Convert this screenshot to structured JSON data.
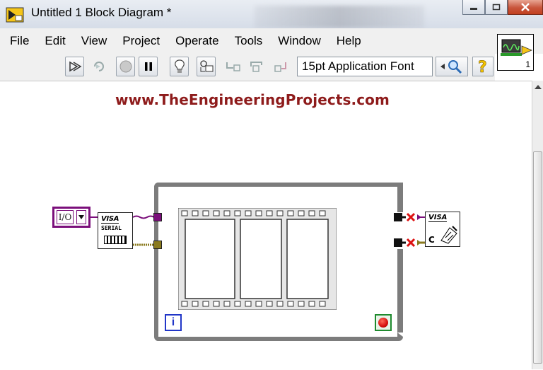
{
  "window": {
    "title": "Untitled 1 Block Diagram *"
  },
  "menu": {
    "items": [
      "File",
      "Edit",
      "View",
      "Project",
      "Operate",
      "Tools",
      "Window",
      "Help"
    ]
  },
  "toolbar": {
    "font": "15pt Application Font",
    "buttons": [
      "run-arrow-icon",
      "run-continuously-icon",
      "abort-icon",
      "pause-icon",
      "highlight-execution-icon",
      "retain-wire-values-icon",
      "step-into-icon",
      "step-over-icon",
      "step-out-icon"
    ],
    "vi_icon_number": "1"
  },
  "diagram": {
    "watermark": "www.TheEngineeringProjects.com",
    "visa_constant": "I/O",
    "visa_serial": {
      "title": "VISA",
      "subtitle": "SERIAL"
    },
    "visa_close": {
      "title": "VISA",
      "label": "C"
    },
    "iteration_terminal": "i",
    "colors": {
      "visa_wire": "#7b0f7b",
      "error_wire": "#8a7a1e",
      "loop_border": "#7c7c7c",
      "watermark": "#8e1b1b"
    }
  }
}
